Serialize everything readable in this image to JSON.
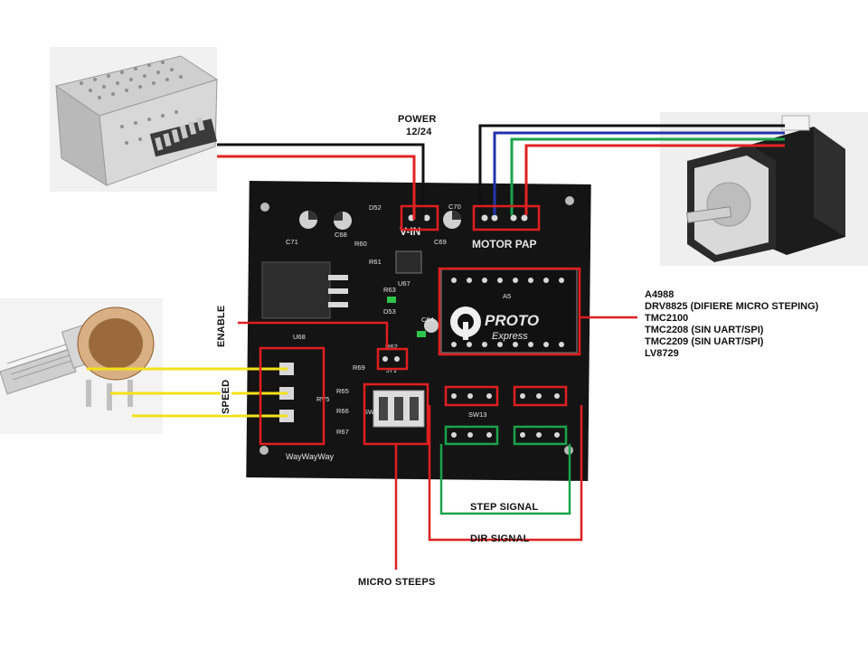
{
  "labels": {
    "power": "POWER",
    "power_voltage": "12/24",
    "enable": "ENABLE",
    "speed": "SPEED",
    "micro_steeps": "MICRO STEEPS",
    "step_signal": "STEP SIGNAL",
    "dir_signal": "DIR SIGNAL"
  },
  "drivers": [
    "A4988",
    "DRV8825 (DIFIERE MICRO STEPING)",
    "TMC2100",
    "TMC2208 (SIN UART/SPI)",
    "TMC2209 (SIN UART/SPI)",
    "LV8729"
  ],
  "board": {
    "silkscreen_vin": "V-IN",
    "silkscreen_motor": "MOTOR PAP",
    "silkscreen_footer": "WayWayWay",
    "module_brand": "PROTO",
    "module_brand_sub": "Express",
    "components": [
      "C71",
      "C68",
      "D52",
      "C70",
      "C69",
      "R60",
      "R61",
      "U67",
      "R63",
      "D53",
      "C64",
      "U68",
      "R62",
      "J71",
      "R69",
      "R65",
      "R66",
      "R67",
      "RV5",
      "SW5",
      "SW13",
      "A5"
    ]
  },
  "colors": {
    "wire_red": "#e32222",
    "wire_black": "#111111",
    "wire_blue": "#2233aa",
    "wire_green": "#1aa34a",
    "wire_yellow": "#f2e21a",
    "highlight_red": "#e01f1f",
    "pcb": "#141414"
  }
}
